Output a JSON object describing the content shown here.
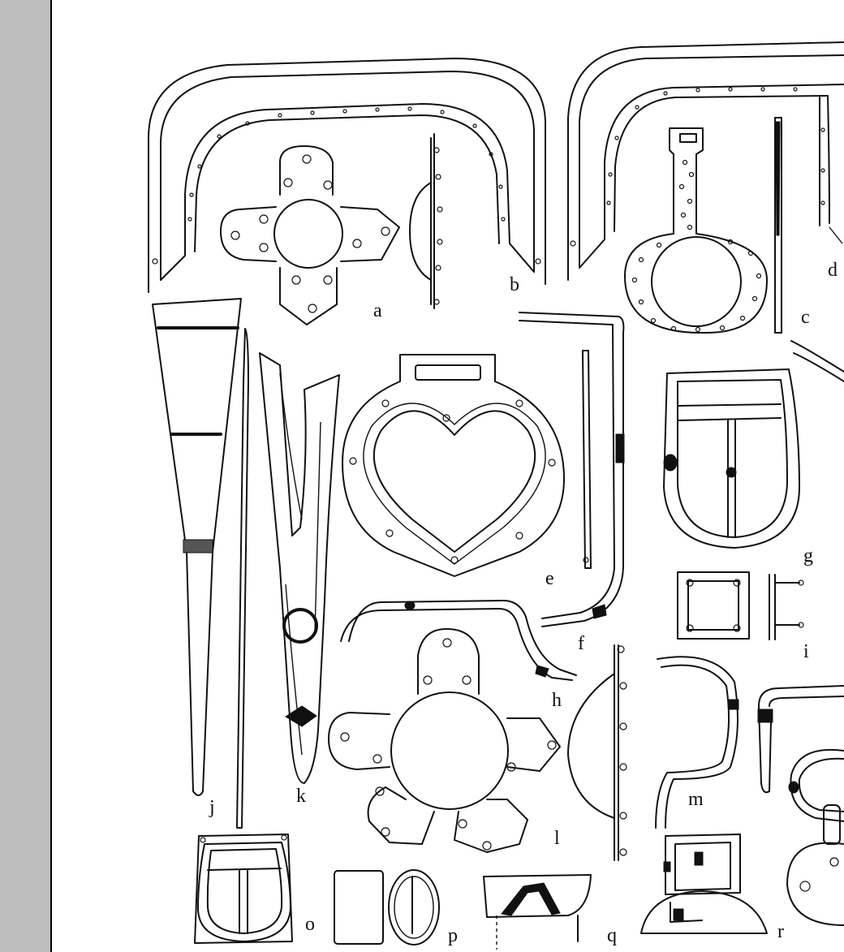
{
  "figure": {
    "labels": {
      "a": "a",
      "b": "b",
      "c": "c",
      "d": "d",
      "e": "e",
      "f": "f",
      "g": "g",
      "h": "h",
      "i": "i",
      "j": "j",
      "k": "k",
      "l": "l",
      "m": "m",
      "o": "o",
      "p": "p",
      "q": "q",
      "r": "r"
    }
  }
}
